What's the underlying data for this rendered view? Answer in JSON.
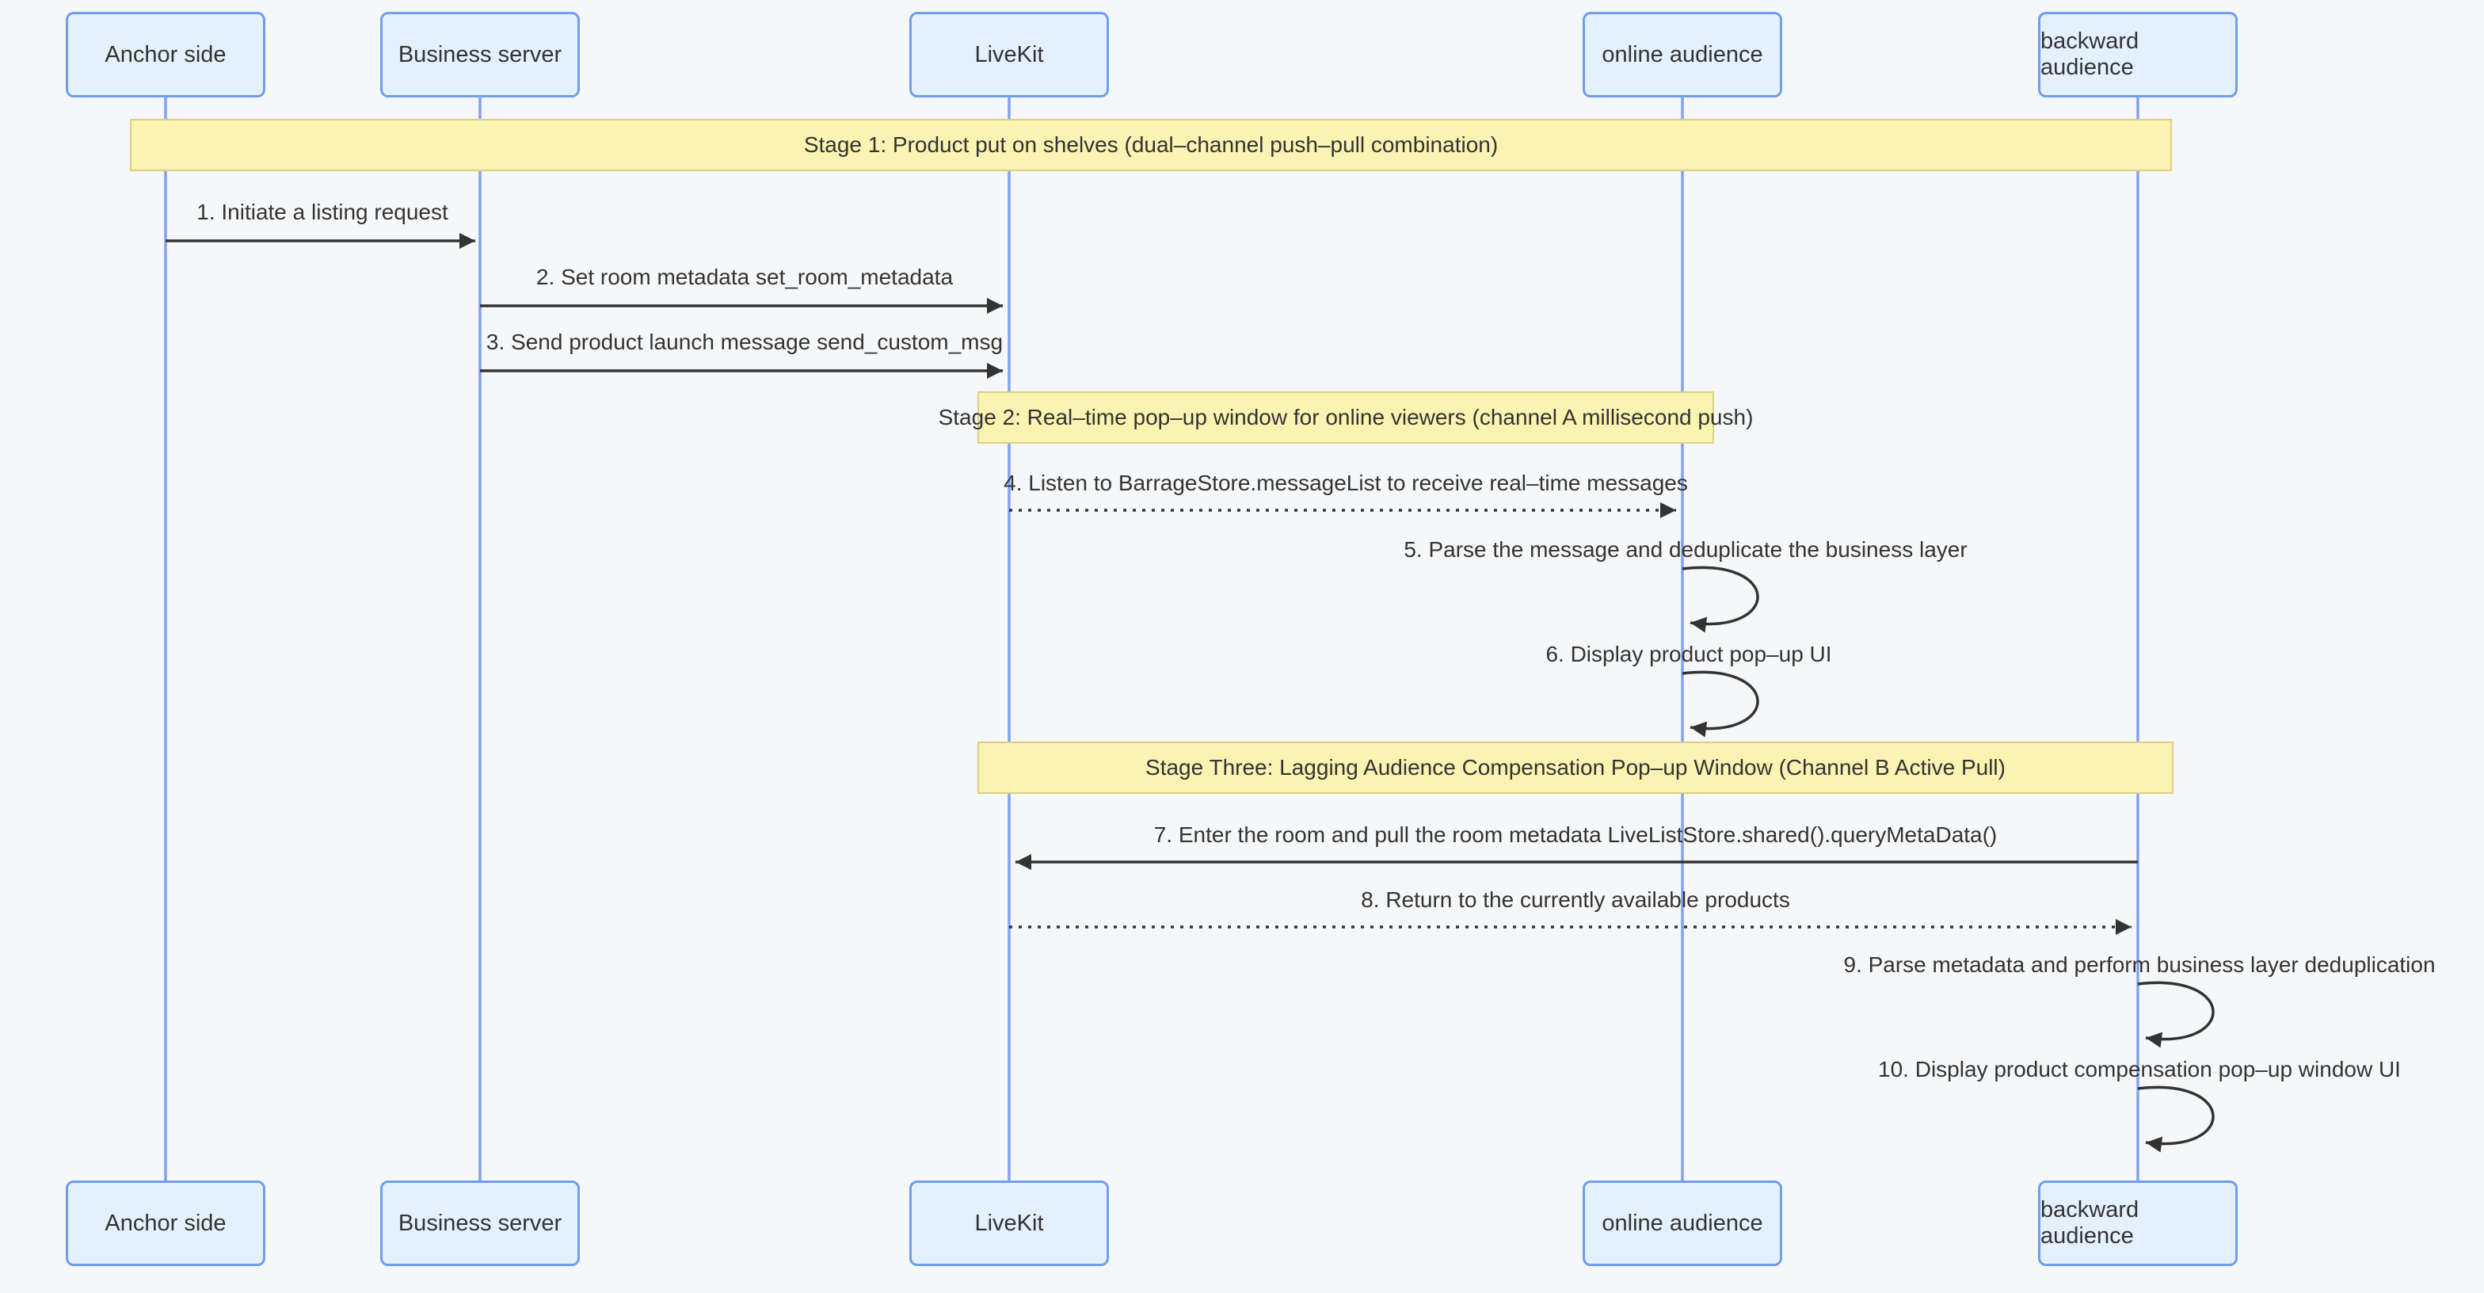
{
  "colors": {
    "background": "#f6f7f9",
    "actor_fill": "#e4f1fc",
    "actor_border": "#6f9ef0",
    "lifeline": "#83a1f1",
    "banner_fill": "#fbf3b1",
    "banner_border": "#dcd084",
    "text": "#333333",
    "arrow": "#333333"
  },
  "actors": [
    {
      "id": "anchor",
      "label": "Anchor side"
    },
    {
      "id": "business",
      "label": "Business server"
    },
    {
      "id": "livekit",
      "label": "LiveKit"
    },
    {
      "id": "online",
      "label": "online audience"
    },
    {
      "id": "backward",
      "label": "backward audience"
    }
  ],
  "stages": [
    {
      "id": "stage1",
      "label": "Stage 1: Product put on shelves (dual–channel push–pull combination)"
    },
    {
      "id": "stage2",
      "label": "Stage 2: Real–time pop–up window for online viewers (channel A millisecond push)"
    },
    {
      "id": "stage3",
      "label": "Stage Three: Lagging Audience Compensation Pop–up Window (Channel B Active Pull)"
    }
  ],
  "messages": [
    {
      "num": 1,
      "text": "1. Initiate a listing request",
      "from": "anchor",
      "to": "business",
      "line": "solid",
      "kind": "arrow"
    },
    {
      "num": 2,
      "text": "2. Set room metadata set_room_metadata",
      "from": "business",
      "to": "livekit",
      "line": "solid",
      "kind": "arrow"
    },
    {
      "num": 3,
      "text": "3. Send product launch message send_custom_msg",
      "from": "business",
      "to": "livekit",
      "line": "solid",
      "kind": "arrow"
    },
    {
      "num": 4,
      "text": "4. Listen to BarrageStore.messageList to receive real–time messages",
      "from": "livekit",
      "to": "online",
      "line": "dotted",
      "kind": "arrow"
    },
    {
      "num": 5,
      "text": "5. Parse the message and deduplicate the business layer",
      "from": "online",
      "to": "online",
      "line": "solid",
      "kind": "self-loop"
    },
    {
      "num": 6,
      "text": "6. Display product pop–up UI",
      "from": "online",
      "to": "online",
      "line": "solid",
      "kind": "self-loop"
    },
    {
      "num": 7,
      "text": "7. Enter the room and pull the room metadata LiveListStore.shared().queryMetaData()",
      "from": "backward",
      "to": "livekit",
      "line": "solid",
      "kind": "arrow"
    },
    {
      "num": 8,
      "text": "8. Return to the currently available products",
      "from": "livekit",
      "to": "backward",
      "line": "dotted",
      "kind": "arrow"
    },
    {
      "num": 9,
      "text": "9. Parse metadata and perform business layer deduplication",
      "from": "backward",
      "to": "backward",
      "line": "solid",
      "kind": "self-loop"
    },
    {
      "num": 10,
      "text": "10. Display product compensation pop–up window UI",
      "from": "backward",
      "to": "backward",
      "line": "solid",
      "kind": "self-loop"
    }
  ]
}
